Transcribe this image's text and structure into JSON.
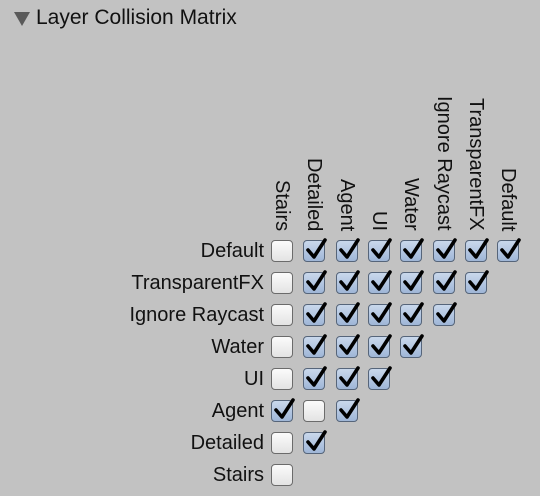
{
  "header": {
    "title": "Layer Collision Matrix",
    "expanded": true
  },
  "layers": [
    "Default",
    "TransparentFX",
    "Ignore Raycast",
    "Water",
    "UI",
    "Agent",
    "Detailed",
    "Stairs"
  ],
  "matrix": [
    [
      false,
      true,
      true,
      true,
      true,
      true,
      true,
      true
    ],
    [
      false,
      true,
      true,
      true,
      true,
      true,
      true
    ],
    [
      false,
      true,
      true,
      true,
      true,
      true
    ],
    [
      false,
      true,
      true,
      true,
      true
    ],
    [
      false,
      true,
      true,
      true
    ],
    [
      true,
      false,
      true
    ],
    [
      false,
      true
    ],
    [
      false
    ]
  ],
  "colors": {
    "background": "#c2c2c2",
    "checked_fill": "#b3c6e2",
    "check_mark": "#000000"
  },
  "icons": {
    "foldout": "triangle-down-icon",
    "check": "check-icon"
  }
}
